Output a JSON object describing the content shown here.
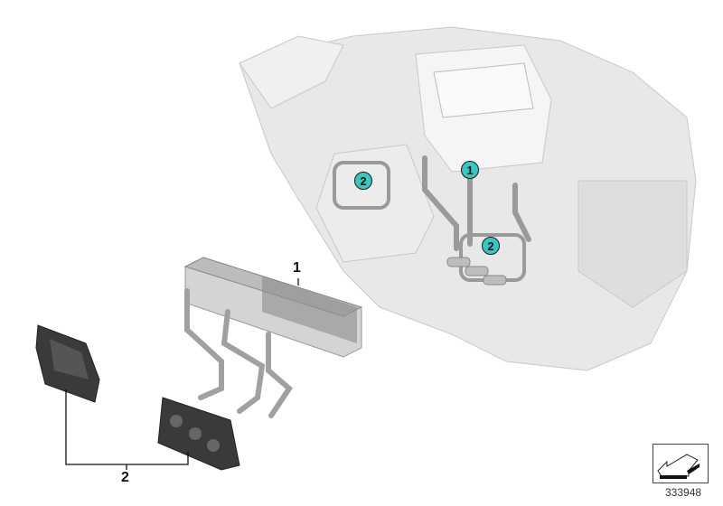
{
  "diagram": {
    "type": "parts-exploded-view",
    "reference_number": "333948",
    "callouts": [
      {
        "id": "callout-1-assembly",
        "label": "1"
      },
      {
        "id": "callout-2-assembly-left",
        "label": "2"
      },
      {
        "id": "callout-2-assembly-right",
        "label": "2"
      }
    ],
    "part_labels": [
      {
        "id": "part-1",
        "label": "1"
      },
      {
        "id": "part-2",
        "label": "2"
      }
    ],
    "colors": {
      "callout_fill": "#33c9c4",
      "callout_border": "#1a1a1a",
      "line": "#111111",
      "housing": "#e6e6e6",
      "pipe": "#a8a8a8",
      "seal": "#3a3a3a"
    }
  }
}
